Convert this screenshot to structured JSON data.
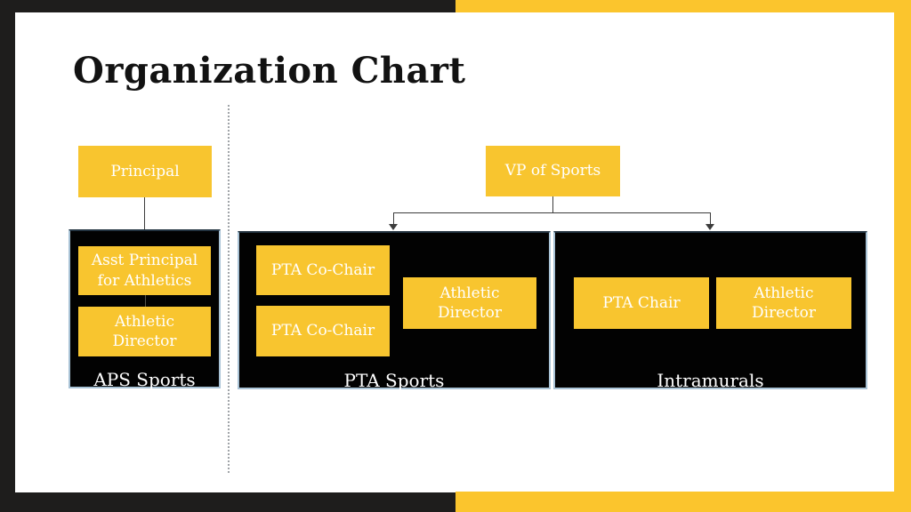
{
  "slide": {
    "title": "Organization Chart"
  },
  "left_branch": {
    "root_label": "Principal",
    "panel_label": "APS Sports",
    "boxes": [
      {
        "label": "Asst Principal for Athletics"
      },
      {
        "label": "Athletic Director"
      }
    ]
  },
  "right_branch": {
    "root_label": "VP of Sports",
    "panels": [
      {
        "label": "PTA Sports",
        "boxes": [
          {
            "label": "PTA Co-Chair"
          },
          {
            "label": "PTA Co-Chair"
          },
          {
            "label": "Athletic Director"
          }
        ]
      },
      {
        "label": "Intramurals",
        "boxes": [
          {
            "label": "PTA Chair"
          },
          {
            "label": "Athletic Director"
          }
        ]
      }
    ]
  },
  "colors": {
    "frame_black": "#1e1d1c",
    "frame_yellow": "#fbc52d",
    "box_yellow": "#f8c52f",
    "box_text": "#ffffff",
    "panel_bg": "#020202",
    "panel_border_light": "#a9c3d6",
    "panel_border_dark": "#22323f",
    "connector": "#3c3c3c",
    "connector_dim": "#55544a",
    "title_text": "#121212",
    "divider": "#a0a4a8"
  }
}
